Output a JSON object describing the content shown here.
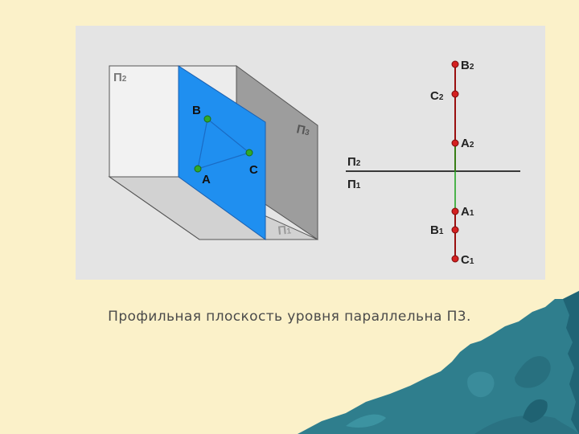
{
  "caption": "Профильная плоскость уровня параллельна П3.",
  "colors": {
    "background": "#fbf1c9",
    "panel": "#e4e4e4",
    "plane_fill": "#1f8ff0",
    "point_green": "#2faa2a",
    "point_red": "#d42020",
    "linkage_line": "#18a318",
    "wave": "#2f7e8d"
  },
  "figure": {
    "plane_labels": {
      "p2": {
        "letter": "П",
        "sub": "2"
      },
      "p3": {
        "letter": "П",
        "sub": "3"
      },
      "p1": {
        "letter": "П",
        "sub": "1"
      }
    },
    "points_3d": {
      "B": "B",
      "A": "A",
      "C": "C"
    }
  },
  "epure": {
    "axis_upper": {
      "letter": "П",
      "sub": "2"
    },
    "axis_lower": {
      "letter": "П",
      "sub": "1"
    },
    "points": [
      {
        "letter": "B",
        "sub": "2"
      },
      {
        "letter": "C",
        "sub": "2"
      },
      {
        "letter": "A",
        "sub": "2"
      },
      {
        "letter": "A",
        "sub": "1"
      },
      {
        "letter": "B",
        "sub": "1"
      },
      {
        "letter": "C",
        "sub": "1"
      }
    ]
  }
}
